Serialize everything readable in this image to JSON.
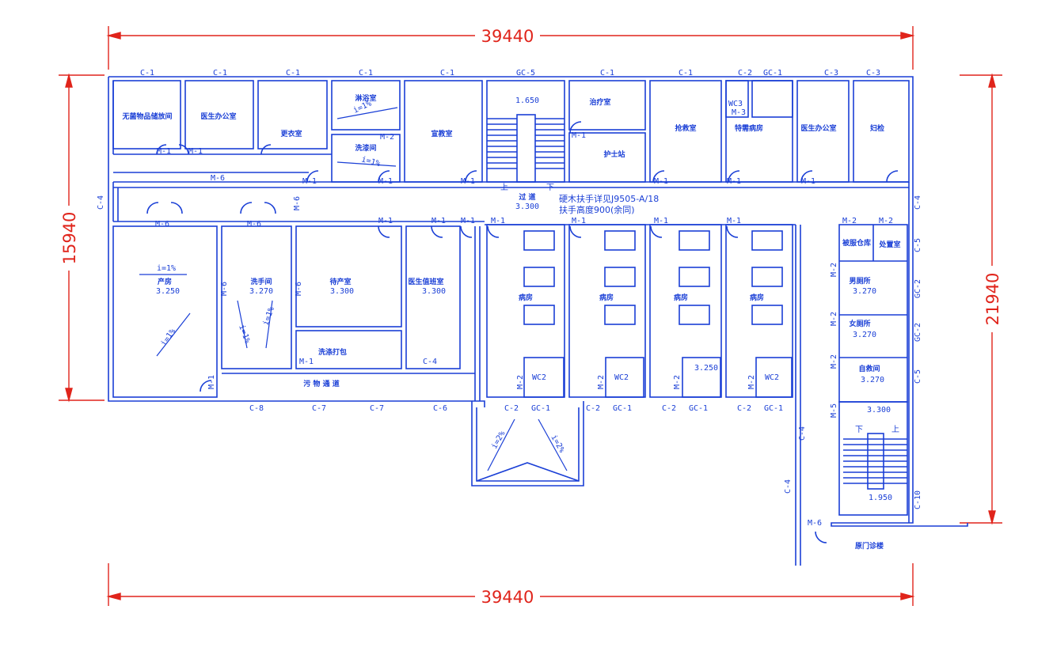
{
  "colors": {
    "wall": "#1a3fd6",
    "dimension": "#e0241b",
    "background": "#ffffff"
  },
  "dimensions": {
    "top": "39440",
    "bottom": "39440",
    "left": "15940",
    "right": "21940"
  },
  "rooms": {
    "sterile_storage": "无菌物品储放间",
    "doctor_office_1": "医生办公室",
    "changing_room": "更衣室",
    "shower_room": "淋浴室",
    "washing_room_1": "洗漆间",
    "demo_room": "宣教室",
    "treatment_room": "治疗室",
    "nurse_station": "护士站",
    "rescue_room": "抢救室",
    "special_ward": "特需病房",
    "doctor_office_2": "医生办公室",
    "gynecology": "妇检",
    "delivery_room": "产房",
    "scrub_room": "洗手间",
    "labor_room": "待产室",
    "doctor_duty_room": "医生值班室",
    "wash_pack": "洗涤打包",
    "dirty_corridor": "污 物 通 道",
    "ward_1": "病房",
    "ward_2": "病房",
    "ward_3": "病房",
    "ward_4": "病房",
    "clean_storage": "被服仓库",
    "disposal_room": "处置室",
    "men_toilet": "男厕所",
    "women_toilet": "女厕所",
    "self_lab": "自救间",
    "outpatient": "原门诊楼",
    "corridor": "过 道"
  },
  "elevations": {
    "stair_top": "1.650",
    "corridor": "3.300",
    "delivery": "3.250",
    "scrub": "3.270",
    "labor": "3.300",
    "duty": "3.300",
    "ward_wc": "3.250",
    "men": "3.270",
    "women": "3.270",
    "lab": "3.270",
    "stair2_top": "3.300",
    "stair2_bottom": "1.950"
  },
  "slopes": {
    "s1": "i=1%",
    "s2": "i=1%",
    "s3": "i=1%",
    "s4": "i=1%",
    "s5": "i=1%",
    "s6": "i=1%",
    "s7": "i=2%",
    "s8": "i=2%"
  },
  "stair_labels": {
    "up1": "上",
    "down1": "下",
    "up2": "上",
    "down2": "下"
  },
  "notes": {
    "handrail_1": "硬木扶手详见J9505-A/18",
    "handrail_2": "扶手高度900(余同)"
  },
  "windows": {
    "top": [
      "C-1",
      "C-1",
      "C-1",
      "C-1",
      "C-1",
      "GC-5",
      "C-1",
      "C-1",
      "C-2",
      "GC-1",
      "C-3",
      "C-3"
    ],
    "bottom": [
      "C-8",
      "C-7",
      "C-7",
      "C-6",
      "C-2",
      "GC-1",
      "C-2",
      "GC-1",
      "C-2",
      "GC-1",
      "C-2",
      "GC-1"
    ],
    "left": [
      "C-4"
    ],
    "right": [
      "C-4",
      "C-5",
      "GC-2",
      "GC-2",
      "C-5",
      "C-10"
    ],
    "misc": [
      "C-4",
      "C-4",
      "C-4"
    ]
  },
  "doors": {
    "m1": "M-1",
    "m2": "M-2",
    "m3": "M-3",
    "m5": "M-5",
    "m6": "M-6",
    "wc2": "WC2",
    "wc3": "WC3"
  }
}
